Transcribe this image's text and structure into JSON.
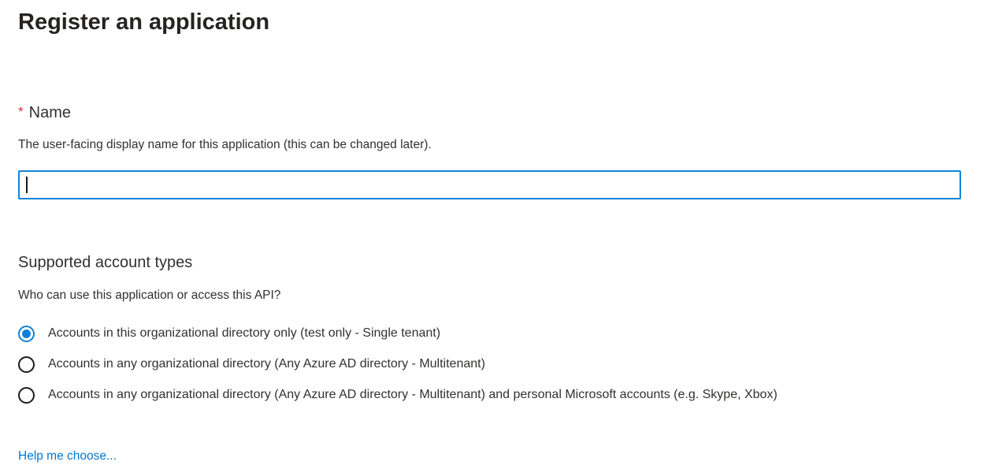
{
  "page": {
    "title": "Register an application"
  },
  "name_field": {
    "required_marker": "*",
    "label": "Name",
    "description": "The user-facing display name for this application (this can be changed later).",
    "value": "",
    "placeholder": "",
    "focused": true
  },
  "account_types": {
    "heading": "Supported account types",
    "question": "Who can use this application or access this API?",
    "options": [
      {
        "label": "Accounts in this organizational directory only (test only - Single tenant)",
        "selected": true
      },
      {
        "label": "Accounts in any organizational directory (Any Azure AD directory - Multitenant)",
        "selected": false
      },
      {
        "label": "Accounts in any organizational directory (Any Azure AD directory - Multitenant) and personal Microsoft accounts (e.g. Skype, Xbox)",
        "selected": false
      }
    ],
    "help_link_label": "Help me choose..."
  },
  "colors": {
    "accent_blue": "#0f80d7",
    "link_blue": "#0078d4",
    "required_red": "#d13438",
    "text_dark": "#323130"
  }
}
